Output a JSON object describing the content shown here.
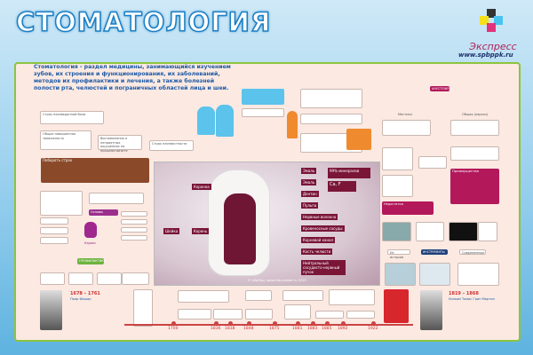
{
  "header": {
    "title": "СТОМАТОЛОГИЯ",
    "logo_text": "Экспресс",
    "site": "www.spbppk.ru"
  },
  "intro": "Стоматология - раздел медицины, занимающийся изучением зубов, их строения и функционирования, их заболеваний, методов их профилактики и лечения, а также болезней полости рта, челюстей и пограничных областей лица и шеи.",
  "left_boxes": [
    "Страх неизведанной боли",
    "Общая повышенная тревожность",
    "Воспоминания о неприятных ощущениях на прошлом визите",
    "Побороть страх",
    "Страх",
    "Страх неизвестности"
  ],
  "caries": {
    "label": "Кариес",
    "center": "Основы лечения",
    "prevention": "ПРОФИЛАКТИКА"
  },
  "tooth_labels": {
    "crown": "Коронка",
    "neck": "Шейка",
    "root": "Корень",
    "enamel_top": "Эмаль",
    "enamel": "Эмаль",
    "dentin": "Дентин",
    "pulp": "Пульпа",
    "nerves": "Нервные волокна",
    "vessels": "Кровеносные сосуды",
    "canal": "Корневой канал",
    "bone": "Кость челюсти",
    "bundle": "Нейтральный сосудисто-нервный пучок",
    "minerals": "99% минералов",
    "ca_f": "Ca, F",
    "copyright": "© InfoGlaz, www.info-stomat.ru 2013"
  },
  "anesthesia": {
    "title": "АНЕСТЕЗИЯ",
    "local": "Местная",
    "general": "Общая (наркоз)",
    "advantages": "Преимущества",
    "drawbacks": "Недостатки"
  },
  "instruments": {
    "title": "ИНСТРУМЕНТЫ",
    "history": "Из истории",
    "modern": "Современные"
  },
  "timeline": {
    "years": [
      "1700",
      "1836",
      "1838",
      "1848",
      "1875",
      "1881",
      "1883",
      "1885",
      "1892",
      "1922"
    ]
  },
  "bio_left": {
    "years": "1678 – 1761",
    "name": "Пьер Фошар"
  },
  "bio_right": {
    "years": "1819 – 1868",
    "name": "Уильям Томас Грин Мортон"
  },
  "colors": {
    "title_stroke": "#1b7fc4",
    "panel": "#fbe9e2",
    "border": "#8cc43e",
    "accent": "#b3185b"
  }
}
